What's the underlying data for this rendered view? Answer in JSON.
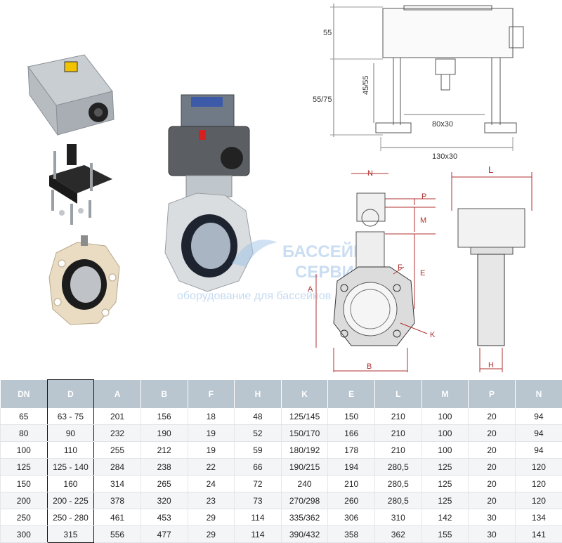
{
  "watermark": {
    "line1": "БАССЕЙН",
    "line2": "СЕРВИС",
    "line3": "оборудование для бассейнов"
  },
  "dims_top": {
    "d55": "55",
    "d5575": "55/75",
    "d4555": "45/55",
    "d80x30": "80x30",
    "d130x30": "130x30"
  },
  "dims_mid": {
    "N": "N",
    "P": "P",
    "M": "M",
    "E": "E",
    "F": "F",
    "A": "A",
    "K": "K",
    "B": "B",
    "L": "L",
    "H": "H"
  },
  "table": {
    "columns": [
      "DN",
      "D",
      "A",
      "B",
      "F",
      "H",
      "K",
      "E",
      "L",
      "M",
      "P",
      "N"
    ],
    "rows": [
      [
        "65",
        "63 - 75",
        "201",
        "156",
        "18",
        "48",
        "125/145",
        "150",
        "210",
        "100",
        "20",
        "94"
      ],
      [
        "80",
        "90",
        "232",
        "190",
        "19",
        "52",
        "150/170",
        "166",
        "210",
        "100",
        "20",
        "94"
      ],
      [
        "100",
        "110",
        "255",
        "212",
        "19",
        "59",
        "180/192",
        "178",
        "210",
        "100",
        "20",
        "94"
      ],
      [
        "125",
        "125 - 140",
        "284",
        "238",
        "22",
        "66",
        "190/215",
        "194",
        "280,5",
        "125",
        "20",
        "120"
      ],
      [
        "150",
        "160",
        "314",
        "265",
        "24",
        "72",
        "240",
        "210",
        "280,5",
        "125",
        "20",
        "120"
      ],
      [
        "200",
        "200 - 225",
        "378",
        "320",
        "23",
        "73",
        "270/298",
        "260",
        "280,5",
        "125",
        "20",
        "120"
      ],
      [
        "250",
        "250 - 280",
        "461",
        "453",
        "29",
        "114",
        "335/362",
        "306",
        "310",
        "142",
        "30",
        "134"
      ],
      [
        "300",
        "315",
        "556",
        "477",
        "29",
        "114",
        "390/432",
        "358",
        "362",
        "155",
        "30",
        "141"
      ]
    ]
  }
}
